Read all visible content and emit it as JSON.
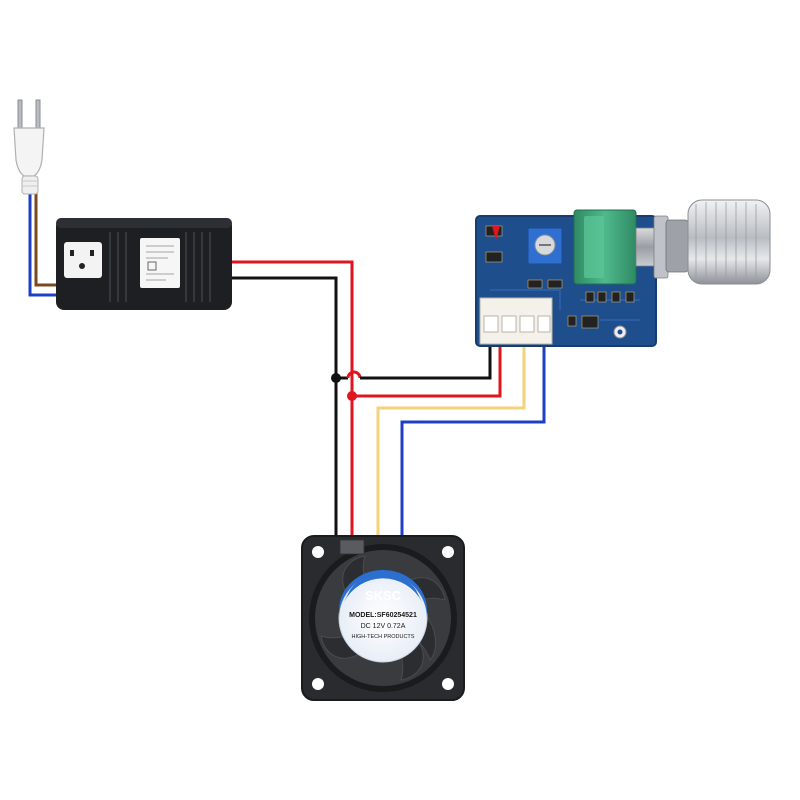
{
  "fan": {
    "brand": "SKSC",
    "model": "MODEL:SF60254521",
    "rating": "DC 12V 0.72A",
    "maker": "HIGH-TECH PRODUCTS"
  },
  "colors": {
    "background": "#ffffff",
    "wire_red": "#e0161e",
    "wire_black": "#111111",
    "wire_yellow": "#f2d27a",
    "wire_blue": "#1c3fc4",
    "wire_brown": "#7a4a1e",
    "adapter_body": "#1d1f22",
    "pcb_blue": "#1f4e8c",
    "potentiometer_green": "#3fa27a",
    "knob_silver": "#c9ccd1",
    "fan_frame": "#2a2b2e",
    "fan_label_blue": "#2b6fd1"
  },
  "icons": {
    "plug": "power-plug-icon",
    "adapter": "power-adapter-icon",
    "controller": "pwm-controller-board-icon",
    "fan": "cooling-fan-icon"
  }
}
